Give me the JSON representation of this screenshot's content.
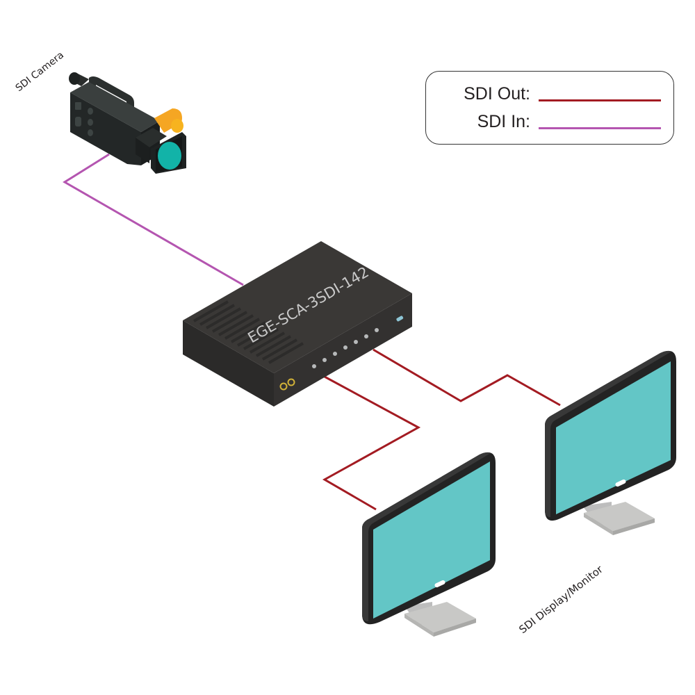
{
  "diagram": {
    "title": "SDI signal connection diagram",
    "devices": {
      "camera": {
        "label": "SDI Camera"
      },
      "converter": {
        "label": "EGE-SCA-3SDI-142"
      },
      "monitors": {
        "label": "SDI Display/Monitor",
        "count": 2
      }
    },
    "legend": {
      "items": [
        {
          "label": "SDI Out:",
          "color": "#a31b22"
        },
        {
          "label": "SDI In:",
          "color": "#b455b0"
        }
      ]
    },
    "connections": [
      {
        "from": "SDI Camera",
        "to": "EGE-SCA-3SDI-142",
        "type": "SDI In"
      },
      {
        "from": "EGE-SCA-3SDI-142",
        "to": "SDI Display/Monitor (front)",
        "type": "SDI Out"
      },
      {
        "from": "EGE-SCA-3SDI-142",
        "to": "SDI Display/Monitor (back)",
        "type": "SDI Out"
      }
    ],
    "colors": {
      "sdi_out": "#a31b22",
      "sdi_in": "#b455b0",
      "screen": "#63c6c6",
      "bezel": "#232323",
      "device_body": "#3a3836",
      "camera_lens": "#12b3a8",
      "camera_accent": "#f5a623"
    }
  }
}
